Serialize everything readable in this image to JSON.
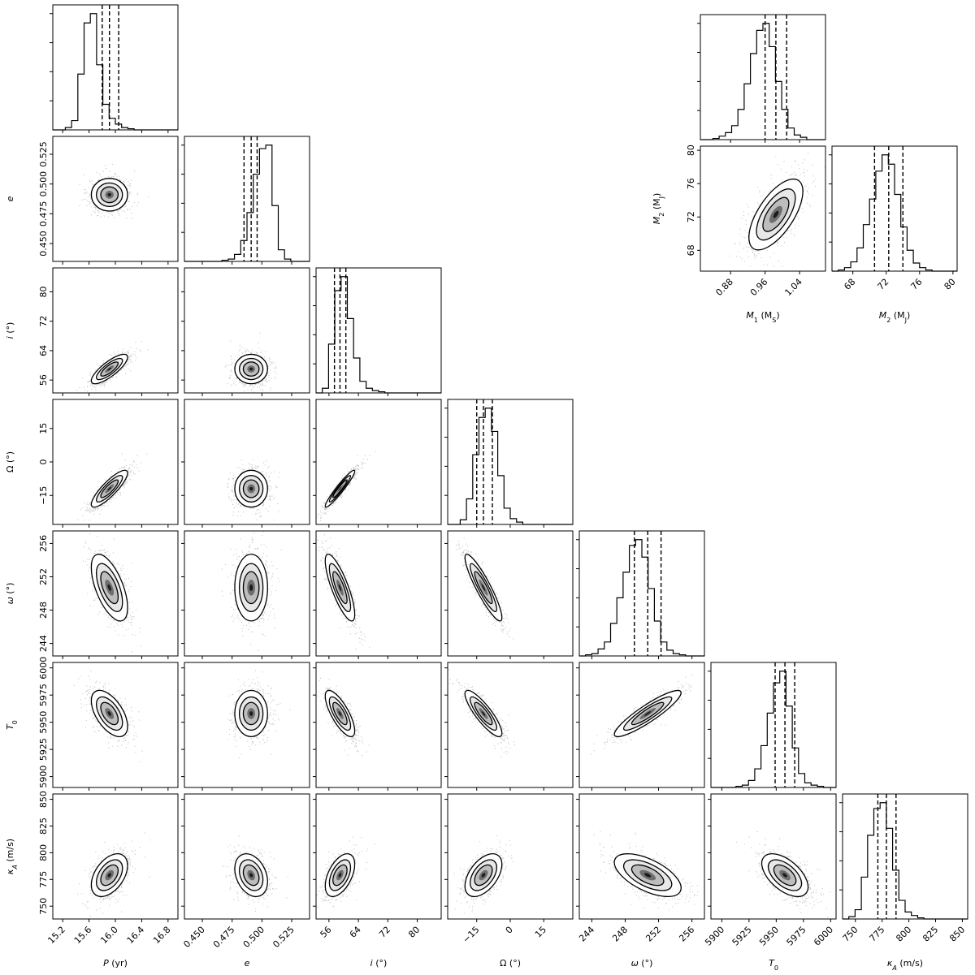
{
  "chart_data": {
    "type": "corner",
    "params": [
      {
        "key": "P",
        "label_parts": [
          {
            "t": "P",
            "i": true
          },
          {
            "t": " (yr)"
          }
        ],
        "range": [
          15.05,
          16.95
        ],
        "ticks": [
          15.2,
          15.6,
          16.0,
          16.4,
          16.8
        ],
        "tick_labels": [
          "15.2",
          "15.6",
          "16.0",
          "16.4",
          "16.8"
        ],
        "median": 15.91,
        "q16": 15.8,
        "q84": 16.05,
        "sigma": 0.11,
        "hist": [
          0,
          0,
          0.02,
          0.08,
          0.48,
          0.92,
          1.0,
          0.56,
          0.22,
          0.1,
          0.05,
          0.02,
          0.01,
          0,
          0,
          0,
          0,
          0,
          0,
          0
        ]
      },
      {
        "key": "e",
        "label_parts": [
          {
            "t": "e",
            "i": true
          }
        ],
        "range": [
          0.435,
          0.54
        ],
        "ticks": [
          0.45,
          0.475,
          0.5,
          0.525
        ],
        "tick_labels": [
          "0.450",
          "0.475",
          "0.500",
          "0.525"
        ],
        "median": 0.491,
        "q16": 0.485,
        "q84": 0.496,
        "sigma": 0.0055,
        "hist": [
          0,
          0,
          0,
          0,
          0,
          0,
          0.01,
          0.02,
          0.06,
          0.18,
          0.42,
          0.75,
          0.97,
          1.0,
          0.48,
          0.1,
          0.02,
          0,
          0,
          0
        ]
      },
      {
        "key": "i",
        "label_parts": [
          {
            "t": "i",
            "i": true
          },
          {
            "t": " (°)"
          }
        ],
        "range": [
          52.5,
          86.5
        ],
        "ticks": [
          56,
          64,
          72,
          80
        ],
        "tick_labels": [
          "56",
          "64",
          "72",
          "80"
        ],
        "median": 59.0,
        "q16": 57.5,
        "q84": 60.6,
        "sigma": 1.6,
        "hist": [
          0,
          0.04,
          0.42,
          0.88,
          1.0,
          0.64,
          0.3,
          0.1,
          0.04,
          0.02,
          0.01,
          0,
          0,
          0,
          0,
          0,
          0,
          0,
          0,
          0
        ]
      },
      {
        "key": "Omega",
        "label_parts": [
          {
            "t": "Ω (°)"
          }
        ],
        "range": [
          -28,
          28
        ],
        "ticks": [
          -15,
          0,
          15
        ],
        "tick_labels": [
          "−15",
          "0",
          "15"
        ],
        "median": -12,
        "q16": -15,
        "q84": -8,
        "sigma": 3.3,
        "hist": [
          0,
          0,
          0.04,
          0.22,
          0.6,
          0.92,
          1.0,
          0.8,
          0.42,
          0.14,
          0.05,
          0.02,
          0,
          0,
          0,
          0,
          0,
          0,
          0,
          0
        ]
      },
      {
        "key": "omega",
        "label_parts": [
          {
            "t": "ω",
            "i": true
          },
          {
            "t": " (°)"
          }
        ],
        "range": [
          242.5,
          257.5
        ],
        "ticks": [
          244,
          248,
          252,
          256
        ],
        "tick_labels": [
          "244",
          "248",
          "252",
          "256"
        ],
        "median": 250.7,
        "q16": 249.1,
        "q84": 252.3,
        "sigma": 1.6,
        "hist": [
          0,
          0.01,
          0.02,
          0.06,
          0.12,
          0.28,
          0.5,
          0.72,
          0.95,
          1.0,
          0.85,
          0.58,
          0.3,
          0.12,
          0.05,
          0.02,
          0.01,
          0,
          0,
          0
        ]
      },
      {
        "key": "T0",
        "label_parts": [
          {
            "t": "T",
            "i": true
          },
          {
            "t": "0",
            "sub": true
          }
        ],
        "range": [
          5890,
          6005
        ],
        "ticks": [
          5900,
          5925,
          5950,
          5975,
          6000
        ],
        "tick_labels": [
          "5900",
          "5925",
          "5950",
          "5975",
          "6000"
        ],
        "median": 5958,
        "q16": 5949,
        "q84": 5967,
        "sigma": 8.5,
        "hist": [
          0,
          0,
          0,
          0,
          0.01,
          0.02,
          0.06,
          0.16,
          0.36,
          0.64,
          0.9,
          1.0,
          0.7,
          0.34,
          0.12,
          0.04,
          0.02,
          0.01,
          0,
          0
        ]
      },
      {
        "key": "kA",
        "label_parts": [
          {
            "t": "κ",
            "i": true
          },
          {
            "t": "A",
            "sub": true,
            "i": true
          },
          {
            "t": " (m/s)"
          }
        ],
        "range": [
          738,
          855
        ],
        "ticks": [
          750,
          775,
          800,
          825,
          850
        ],
        "tick_labels": [
          "750",
          "775",
          "800",
          "825",
          "850"
        ],
        "median": 779,
        "q16": 771,
        "q84": 788,
        "sigma": 8,
        "hist": [
          0,
          0.02,
          0.08,
          0.36,
          0.72,
          0.95,
          1.0,
          0.78,
          0.42,
          0.16,
          0.06,
          0.03,
          0.01,
          0,
          0,
          0,
          0,
          0,
          0,
          0
        ]
      }
    ],
    "correlations": [
      [
        0,
        0,
        0,
        0,
        0,
        0,
        0
      ],
      [
        0.0,
        0,
        0,
        0,
        0,
        0,
        0
      ],
      [
        0.8,
        0.0,
        0,
        0,
        0,
        0,
        0
      ],
      [
        0.85,
        0.0,
        0.95,
        0,
        0,
        0,
        0
      ],
      [
        -0.6,
        0.0,
        -0.8,
        -0.9,
        0,
        0,
        0
      ],
      [
        -0.55,
        0.0,
        -0.75,
        -0.85,
        0.9,
        0,
        0
      ],
      [
        0.45,
        -0.3,
        0.5,
        0.5,
        -0.6,
        -0.55,
        0
      ]
    ],
    "mass_corner": {
      "params": [
        {
          "key": "M1",
          "label_parts": [
            {
              "t": "M",
              "i": true
            },
            {
              "t": "1",
              "sub": true
            },
            {
              "t": " (M"
            },
            {
              "t": "S",
              "sub": true,
              "dim": true
            },
            {
              "t": ")"
            }
          ],
          "range": [
            0.81,
            1.1
          ],
          "ticks": [
            0.88,
            0.96,
            1.04
          ],
          "tick_labels": [
            "0.88",
            "0.96",
            "1.04"
          ],
          "median": 0.985,
          "q16": 0.96,
          "q84": 1.01,
          "sigma": 0.025,
          "hist": [
            0,
            0,
            0.01,
            0.03,
            0.06,
            0.12,
            0.26,
            0.48,
            0.74,
            0.94,
            1.0,
            0.8,
            0.5,
            0.26,
            0.1,
            0.04,
            0.02,
            0,
            0,
            0
          ]
        },
        {
          "key": "M2",
          "label_parts": [
            {
              "t": "M",
              "i": true
            },
            {
              "t": "2",
              "sub": true
            },
            {
              "t": " (M"
            },
            {
              "t": "J",
              "sub": true,
              "dim": true
            },
            {
              "t": ")"
            }
          ],
          "range": [
            65.5,
            80.5
          ],
          "ticks": [
            68,
            72,
            76,
            80
          ],
          "tick_labels": [
            "68",
            "72",
            "76",
            "80"
          ],
          "median": 72.3,
          "q16": 70.6,
          "q84": 74.0,
          "sigma": 1.7,
          "hist": [
            0,
            0.01,
            0.03,
            0.08,
            0.2,
            0.4,
            0.62,
            0.86,
            1.0,
            0.92,
            0.66,
            0.38,
            0.18,
            0.07,
            0.03,
            0.01,
            0,
            0,
            0,
            0
          ]
        }
      ],
      "correlation": 0.65
    }
  }
}
